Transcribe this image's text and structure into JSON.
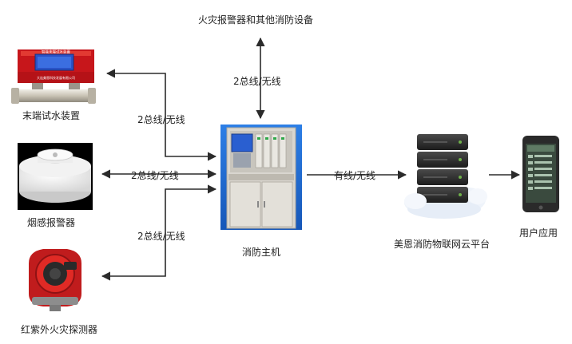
{
  "nodes": {
    "top_device": "火灾报警器和其他消防设备",
    "water_test": "末端试水装置",
    "water_test_panel_title": "智能末端试水装置",
    "water_test_panel_company": "大连美恩科技发展有限公司",
    "smoke_detector": "烟感报警器",
    "flame_detector": "红紫外火灾探测器",
    "fire_host": "消防主机",
    "cloud_platform": "美恩消防物联网云平台",
    "user_app": "用户应用"
  },
  "links": {
    "top": "2总线/无线",
    "water": "2总线/无线",
    "smoke": "2总线/无线",
    "flame": "2总线/无线",
    "cloud": "有线/无线"
  },
  "colors": {
    "arrow": "#2b2b2b",
    "host_blue": "#1f6fd6",
    "device_red": "#d5261e",
    "server_dark": "#2e2e2e"
  }
}
